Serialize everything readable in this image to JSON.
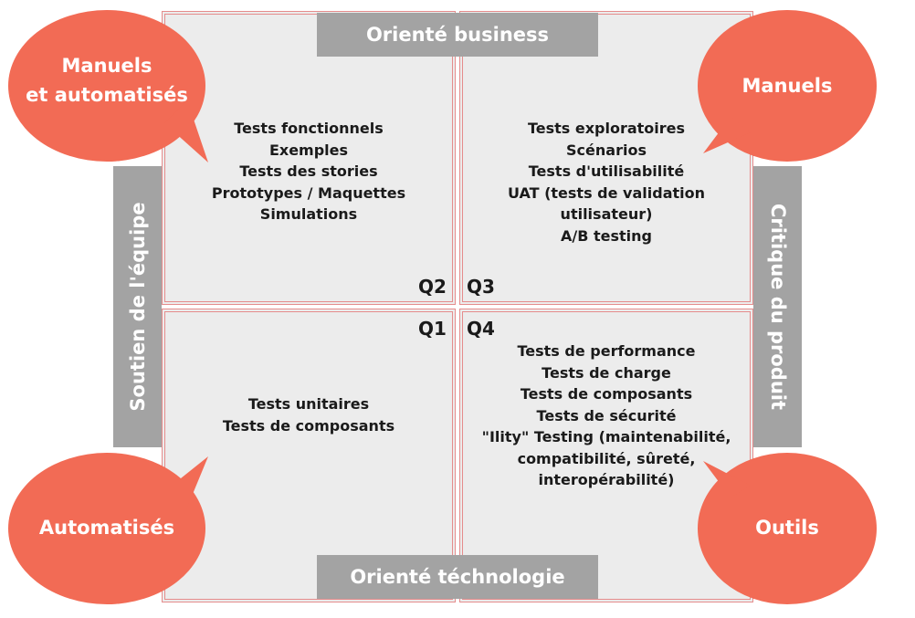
{
  "axes": {
    "top": "Orienté business",
    "bottom": "Orienté téchnologie",
    "left": "Soutien de l'équipe",
    "right": "Critique du produit"
  },
  "quadrants": {
    "q2": {
      "label": "Q2",
      "items": [
        "Tests fonctionnels",
        "Exemples",
        "Tests des stories",
        "Prototypes / Maquettes",
        "Simulations"
      ]
    },
    "q3": {
      "label": "Q3",
      "items": [
        "Tests exploratoires",
        "Scénarios",
        "Tests d'utilisabilité",
        "UAT (tests de validation",
        "utilisateur)",
        "A/B testing"
      ]
    },
    "q1": {
      "label": "Q1",
      "items": [
        "Tests unitaires",
        "Tests de composants"
      ]
    },
    "q4": {
      "label": "Q4",
      "items": [
        "Tests de performance",
        "Tests de charge",
        "Tests de composants",
        "Tests de sécurité",
        "\"Ility\" Testing (maintenabilité,",
        "compatibilité, sûreté,",
        "interopérabilité)"
      ]
    }
  },
  "bubbles": {
    "top_left": {
      "line1": "Manuels",
      "line2": "et automatisés"
    },
    "top_right": "Manuels",
    "bottom_left": "Automatisés",
    "bottom_right": "Outils"
  },
  "colors": {
    "bubble": "#f26b55",
    "band": "#a3a3a3",
    "quadrant": "#ececec",
    "border": "#e58c8c"
  }
}
